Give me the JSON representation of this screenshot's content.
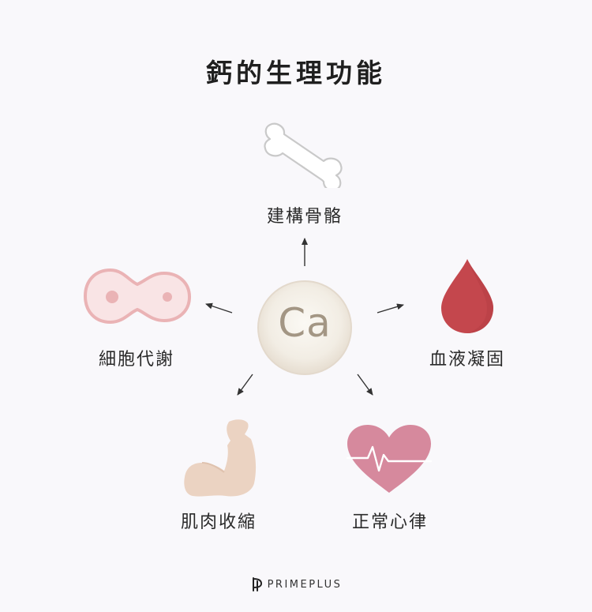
{
  "title": "鈣的生理功能",
  "center": {
    "symbol": "Ca"
  },
  "nodes": [
    {
      "label": "建構骨骼",
      "icon": "bone-icon"
    },
    {
      "label": "血液凝固",
      "icon": "blood-drop-icon"
    },
    {
      "label": "正常心律",
      "icon": "heart-icon"
    },
    {
      "label": "肌肉收縮",
      "icon": "muscle-arm-icon"
    },
    {
      "label": "細胞代謝",
      "icon": "cell-icon"
    }
  ],
  "brand": {
    "name": "PRIMEPLUS",
    "icon": "primeplus-logo-icon"
  },
  "colors": {
    "background": "#f9f8fb",
    "bone_outline": "#c9c9c9",
    "blood": "#c4474d",
    "heart": "#d6899d",
    "muscle": "#ebd3c2",
    "cell_outline": "#eab3b5",
    "cell_fill": "#f9e4e5",
    "center_fill": "#f2ede4",
    "center_text": "#a39684"
  }
}
